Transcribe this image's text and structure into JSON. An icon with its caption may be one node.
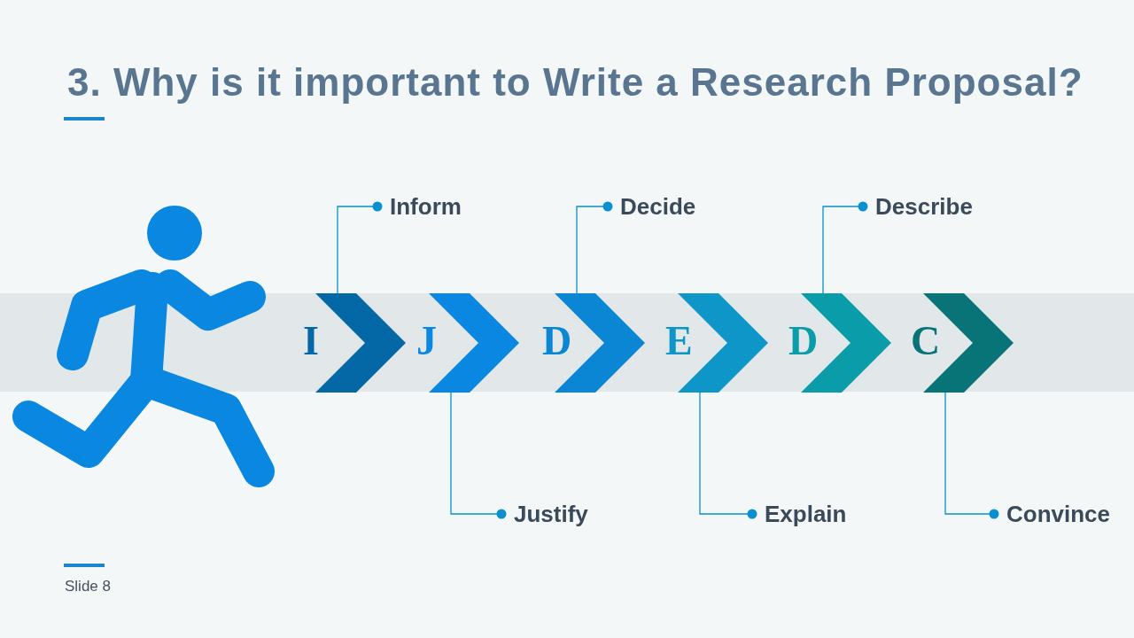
{
  "diagram": {
    "title": "3. Why is it important to Write a Research Proposal?",
    "nodes": [
      {
        "text": [
          "I"
        ]
      },
      {
        "text": [
          "J"
        ]
      },
      {
        "text": [
          "D"
        ]
      },
      {
        "text": [
          "E"
        ]
      },
      {
        "text": [
          "D"
        ]
      },
      {
        "text": [
          "C"
        ]
      },
      {
        "text": [
          "Inform"
        ]
      },
      {
        "text": [
          "Justify"
        ]
      },
      {
        "text": [
          "Decide"
        ]
      },
      {
        "text": [
          "Explain"
        ]
      },
      {
        "text": [
          "Describe"
        ]
      },
      {
        "text": [
          "Convince"
        ]
      }
    ],
    "edges": [
      {
        "from": 6,
        "to": 0,
        "arrow": "other"
      },
      {
        "from": 7,
        "to": 1,
        "arrow": "other"
      },
      {
        "from": 8,
        "to": 2,
        "arrow": "other"
      },
      {
        "from": 9,
        "to": 3,
        "arrow": "other"
      },
      {
        "from": 10,
        "to": 4,
        "arrow": "other"
      },
      {
        "from": 11,
        "to": 5,
        "arrow": "other"
      }
    ],
    "labels": [
      "Slide 8"
    ]
  }
}
